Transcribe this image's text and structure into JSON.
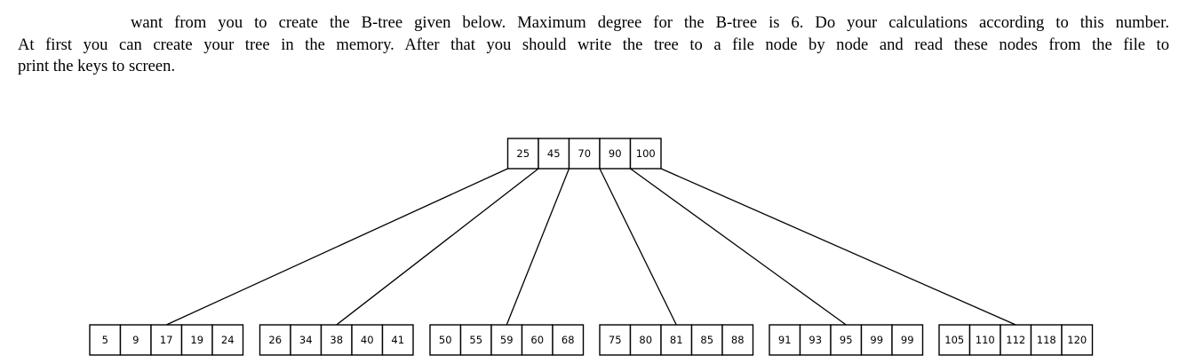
{
  "paragraph": {
    "lines": [
      "want from you to create the B-tree given below. Maximum degree for the B-tree is 6. Do your calculations according to this number.",
      "At first you can create your tree in the memory. After that you should write the tree to a file node by node and read these nodes from the file to",
      "print the keys to screen."
    ]
  },
  "tree": {
    "root": [
      "25",
      "45",
      "70",
      "90",
      "100"
    ],
    "children": [
      [
        "5",
        "9",
        "17",
        "19",
        "24"
      ],
      [
        "26",
        "34",
        "38",
        "40",
        "41"
      ],
      [
        "50",
        "55",
        "59",
        "60",
        "68"
      ],
      [
        "75",
        "80",
        "81",
        "85",
        "88"
      ],
      [
        "91",
        "93",
        "95",
        "99",
        "99"
      ],
      [
        "105",
        "110",
        "112",
        "118",
        "120"
      ]
    ]
  }
}
